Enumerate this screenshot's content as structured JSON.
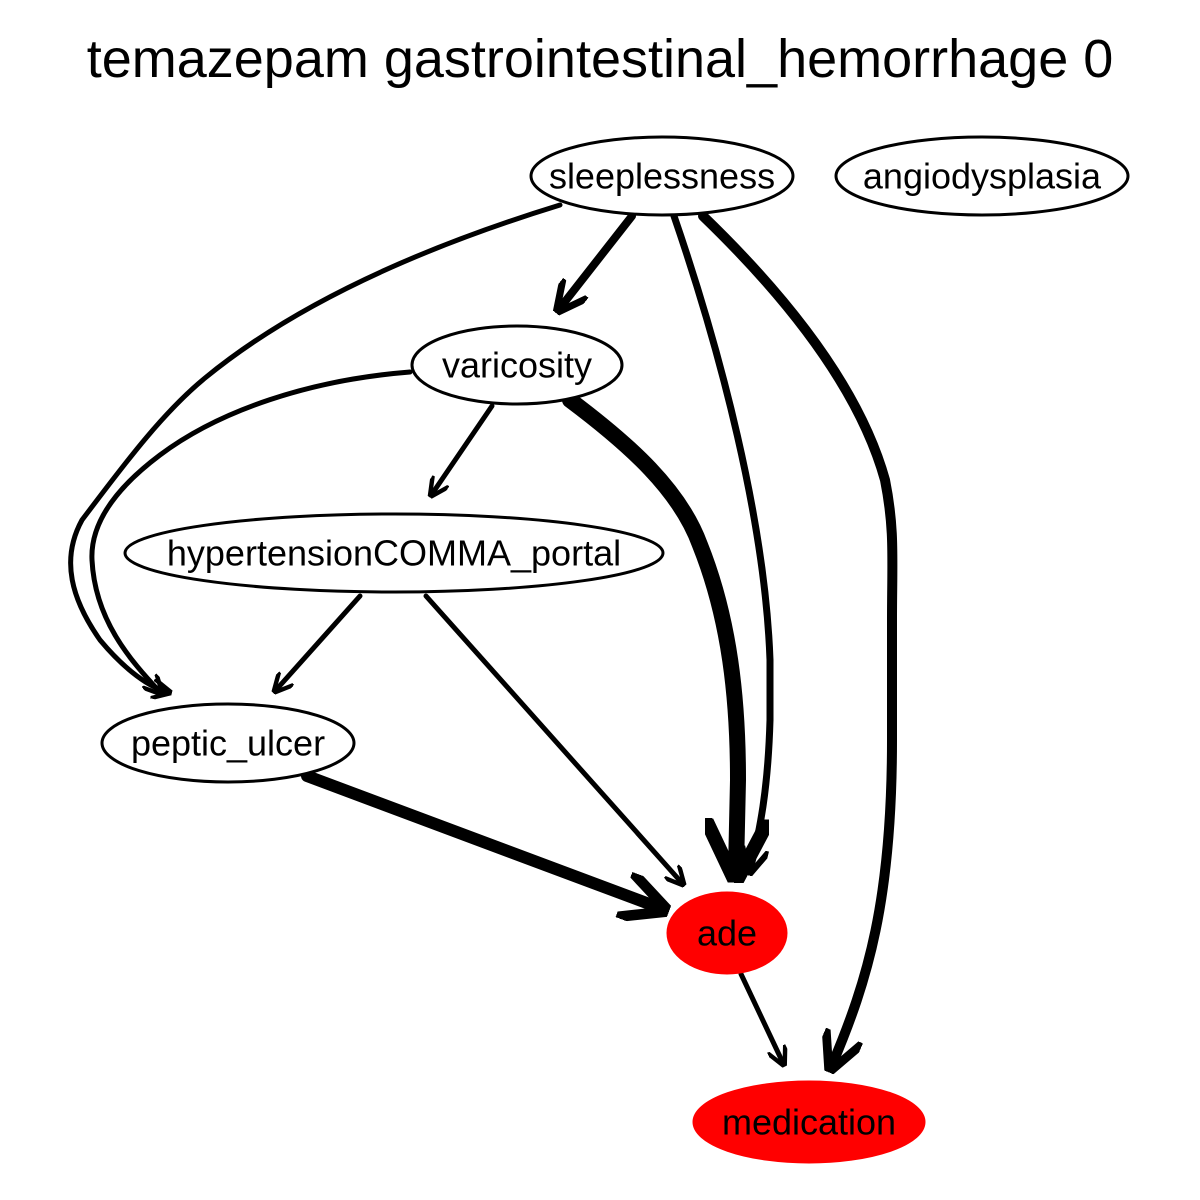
{
  "title": "temazepam gastrointestinal_hemorrhage 0",
  "colors": {
    "highlight": "#ff0000",
    "stroke": "#000000",
    "background": "#ffffff"
  },
  "nodes": {
    "sleeplessness": {
      "label": "sleeplessness",
      "highlighted": false
    },
    "angiodysplasia": {
      "label": "angiodysplasia",
      "highlighted": false
    },
    "varicosity": {
      "label": "varicosity",
      "highlighted": false
    },
    "hypertension_portal": {
      "label": "hypertensionCOMMA_portal",
      "highlighted": false
    },
    "peptic_ulcer": {
      "label": "peptic_ulcer",
      "highlighted": false
    },
    "ade": {
      "label": "ade",
      "highlighted": true
    },
    "medication": {
      "label": "medication",
      "highlighted": true
    }
  },
  "edges": [
    {
      "from": "sleeplessness",
      "to": "varicosity"
    },
    {
      "from": "sleeplessness",
      "to": "peptic_ulcer"
    },
    {
      "from": "sleeplessness",
      "to": "ade"
    },
    {
      "from": "sleeplessness",
      "to": "medication"
    },
    {
      "from": "varicosity",
      "to": "hypertension_portal"
    },
    {
      "from": "varicosity",
      "to": "peptic_ulcer"
    },
    {
      "from": "varicosity",
      "to": "ade"
    },
    {
      "from": "hypertension_portal",
      "to": "peptic_ulcer"
    },
    {
      "from": "hypertension_portal",
      "to": "ade"
    },
    {
      "from": "peptic_ulcer",
      "to": "ade"
    },
    {
      "from": "ade",
      "to": "medication"
    }
  ]
}
